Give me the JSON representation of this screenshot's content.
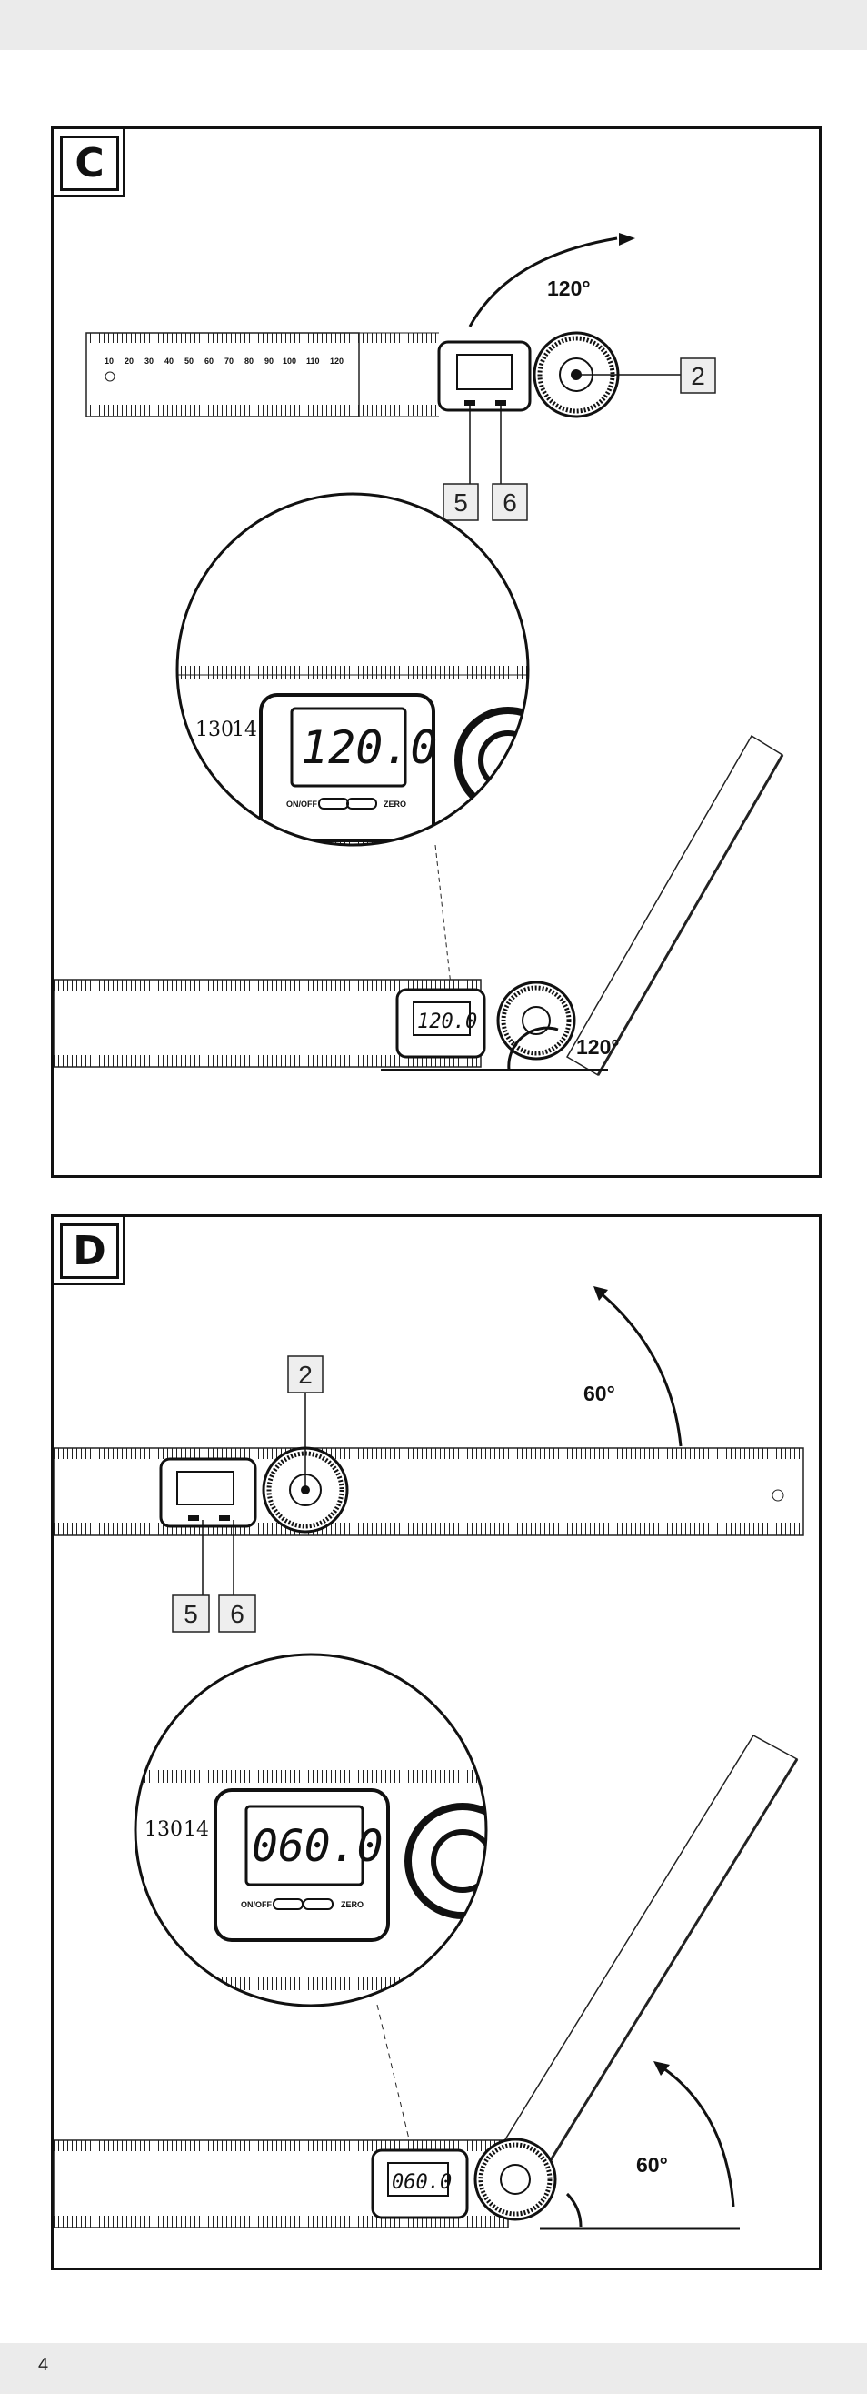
{
  "page": {
    "number": "4"
  },
  "panel_c": {
    "letter": "C",
    "angle_top": "120°",
    "angle_bottom": "120°",
    "callouts": [
      "2",
      "5",
      "6"
    ],
    "display_zoom": "120.0",
    "display_small": "120.0",
    "button_onoff": "ON/OFF",
    "button_zero": "ZERO"
  },
  "panel_d": {
    "letter": "D",
    "angle_top": "60°",
    "angle_bottom": "60°",
    "callouts": [
      "2",
      "5",
      "6"
    ],
    "display_zoom": "060.0",
    "display_small": "060.0",
    "button_onoff": "ON/OFF",
    "button_zero": "ZERO"
  }
}
